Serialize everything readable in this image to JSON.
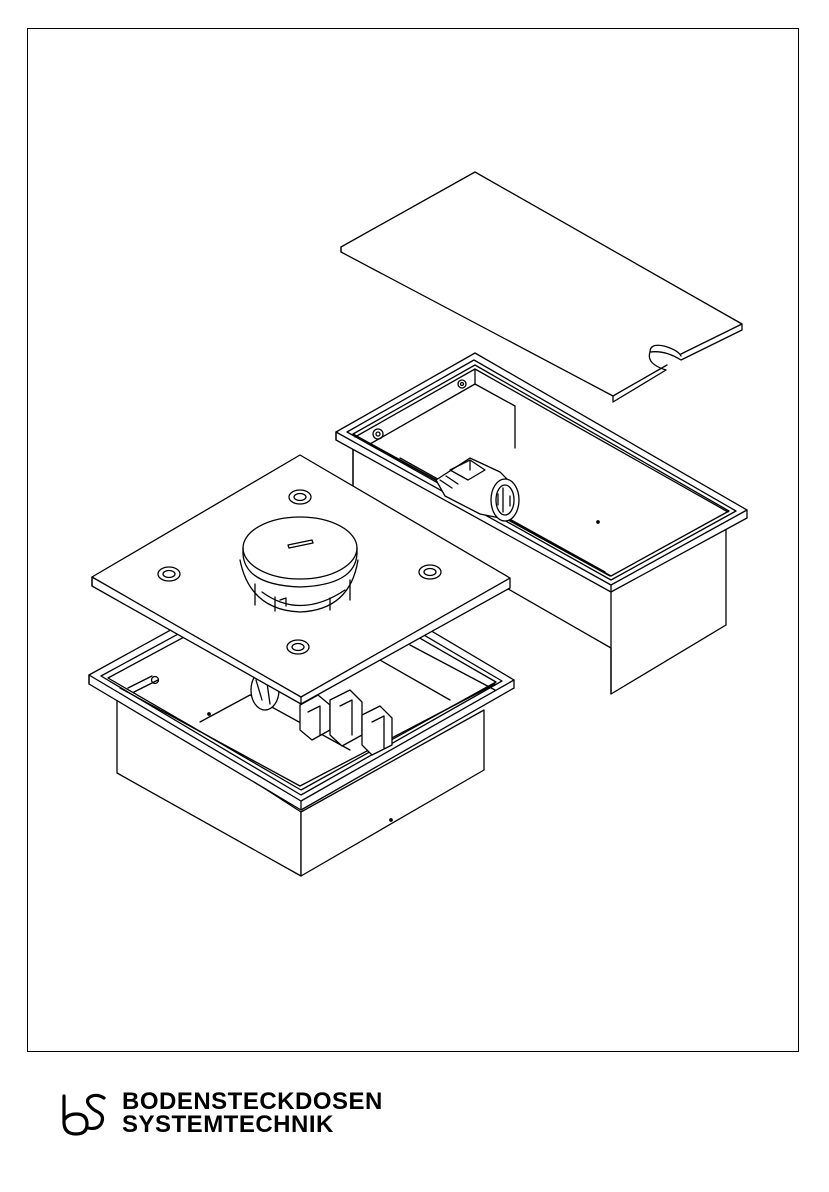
{
  "brand": {
    "line1": "BODENSTECKDOSEN",
    "line2": "SYSTEMTECHNIK",
    "logo_text": "bS"
  },
  "colors": {
    "stroke": "#000000",
    "background": "#ffffff"
  },
  "icons": [
    "logo-icon"
  ]
}
